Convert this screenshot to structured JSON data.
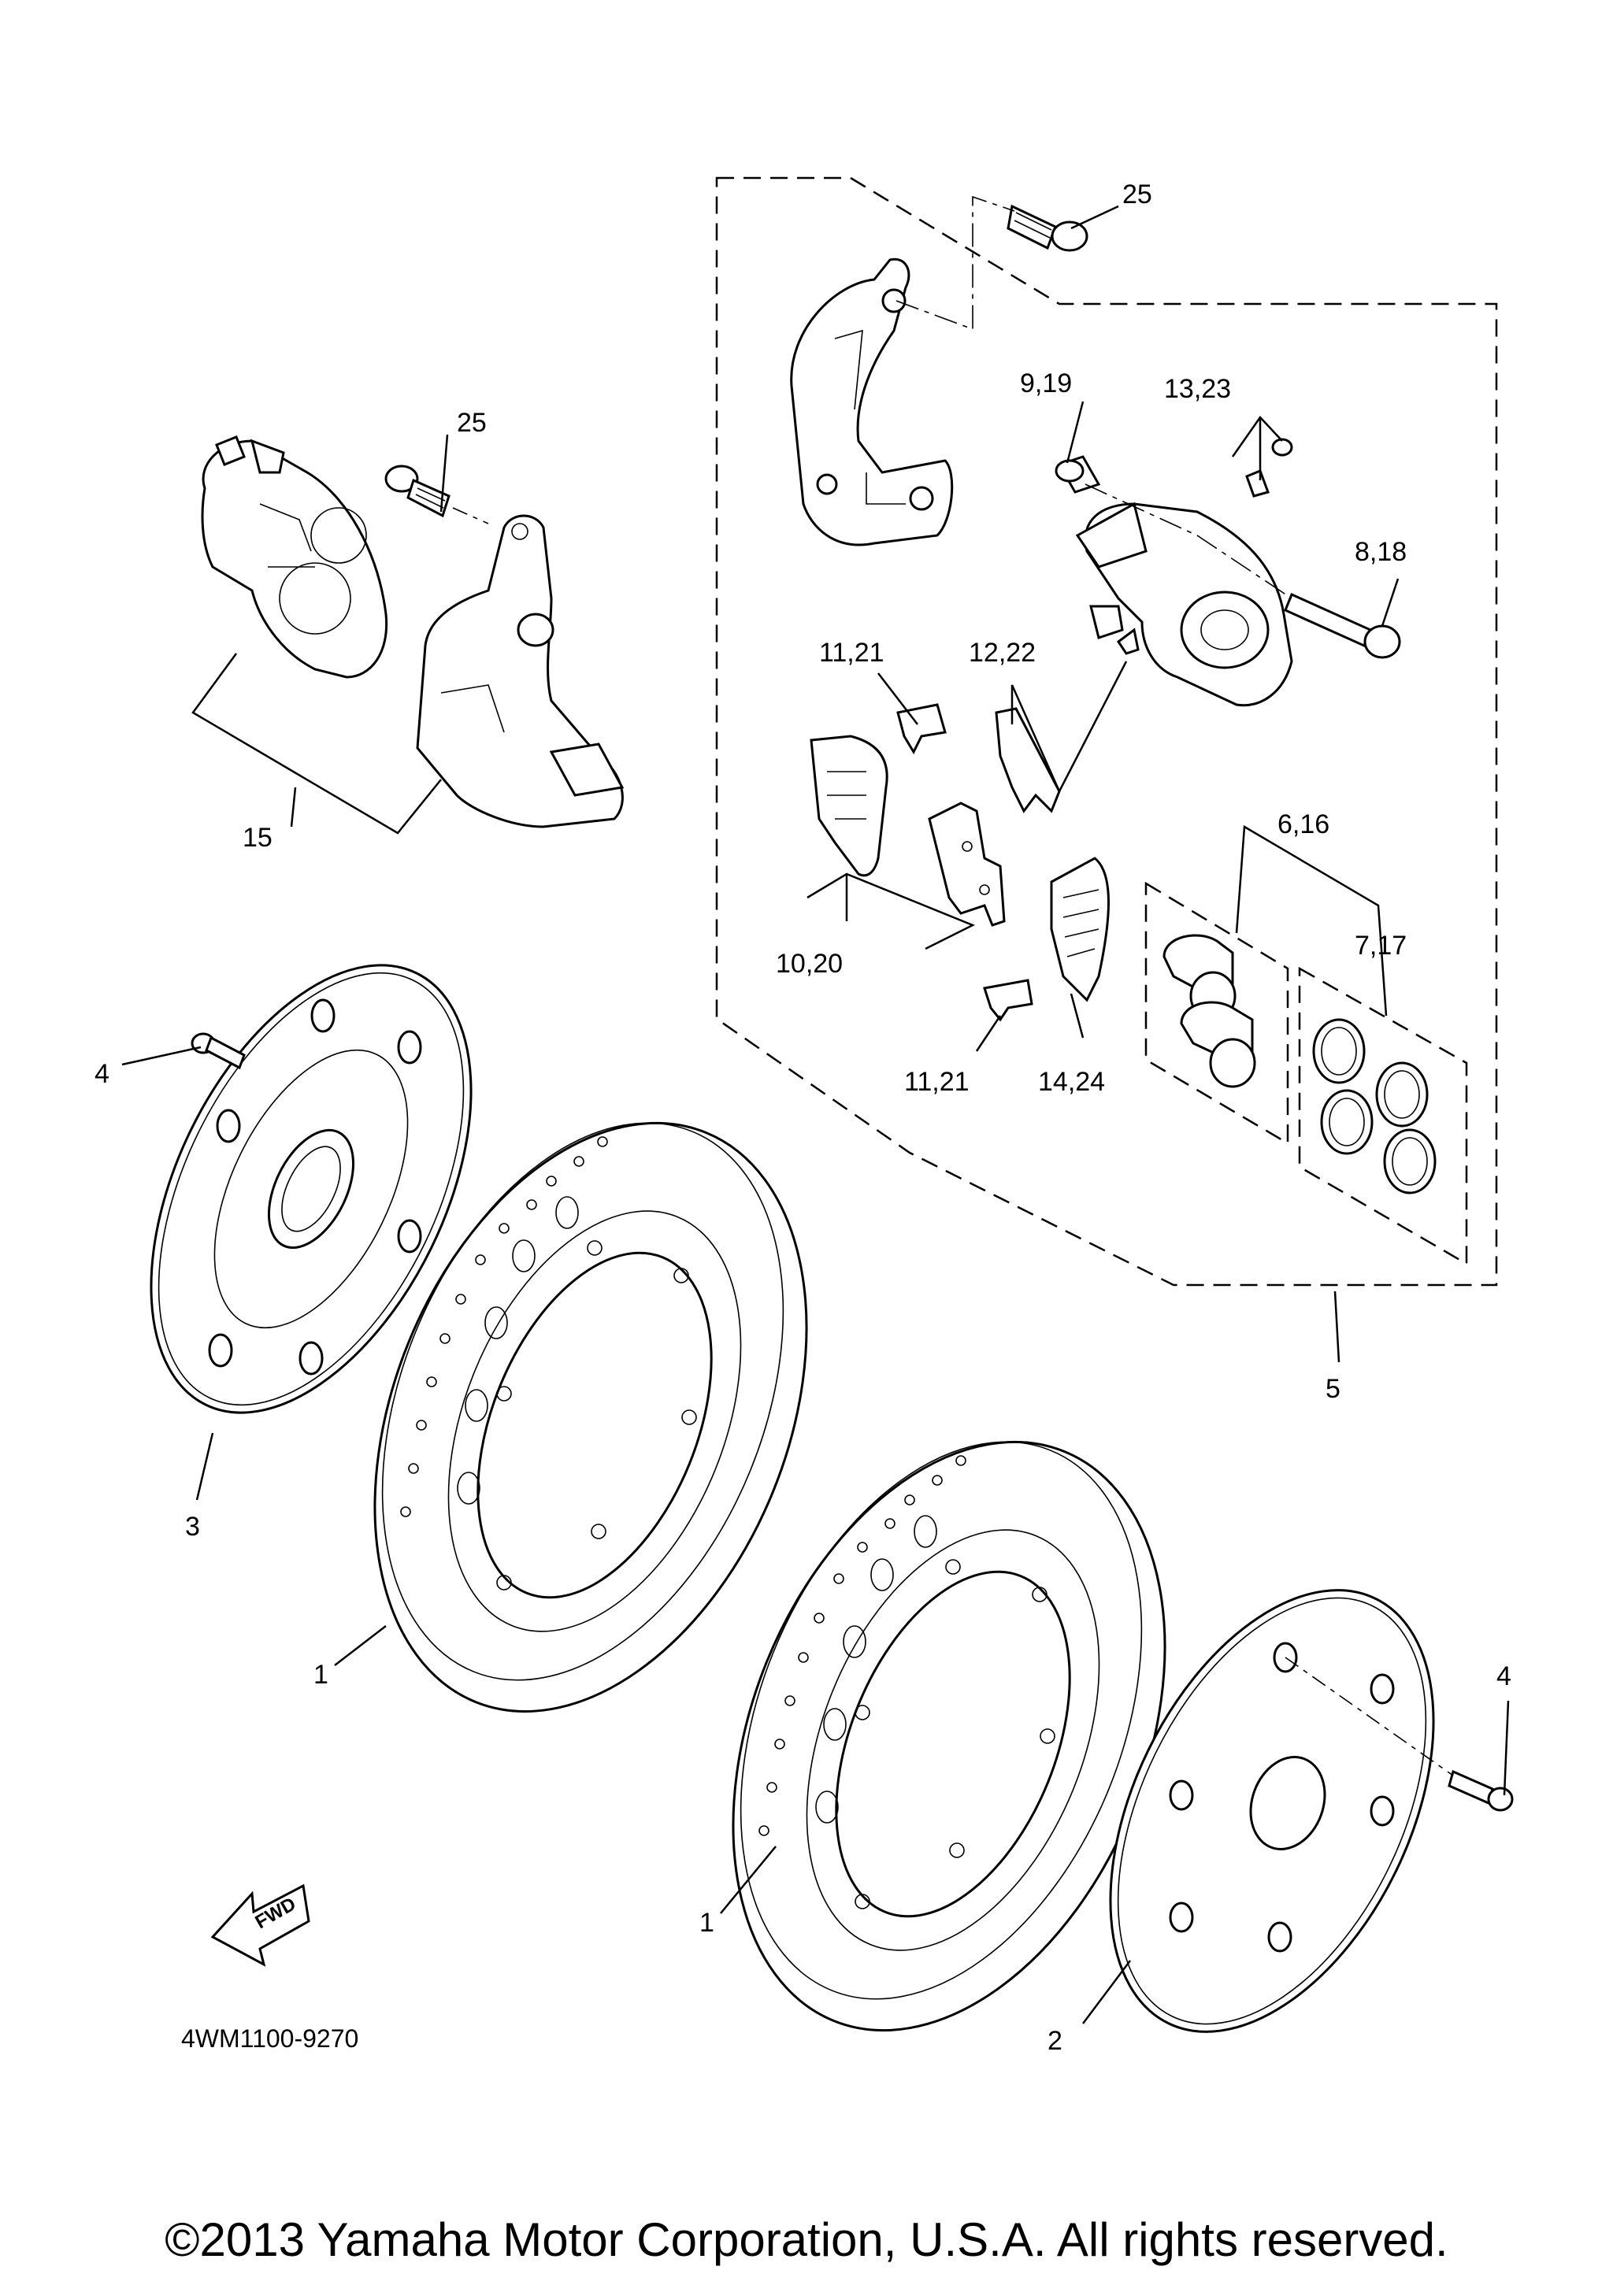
{
  "callouts": {
    "c25_top": "25",
    "c9_19": "9,19",
    "c13_23": "13,23",
    "c8_18": "8,18",
    "c11_21_top": "11,21",
    "c12_22": "12,22",
    "c6_16": "6,16",
    "c7_17": "7,17",
    "c10_20": "10,20",
    "c11_21_bottom": "11,21",
    "c14_24": "14,24",
    "c5": "5",
    "c25_left": "25",
    "c15": "15",
    "c4_left": "4",
    "c3": "3",
    "c1_left": "1",
    "c1_right": "1",
    "c4_right": "4",
    "c2": "2"
  },
  "fwd_label": "FWD",
  "diagram_code": "4WM1100-9270",
  "copyright": "©2013 Yamaha Motor Corporation, U.S.A. All rights reserved."
}
